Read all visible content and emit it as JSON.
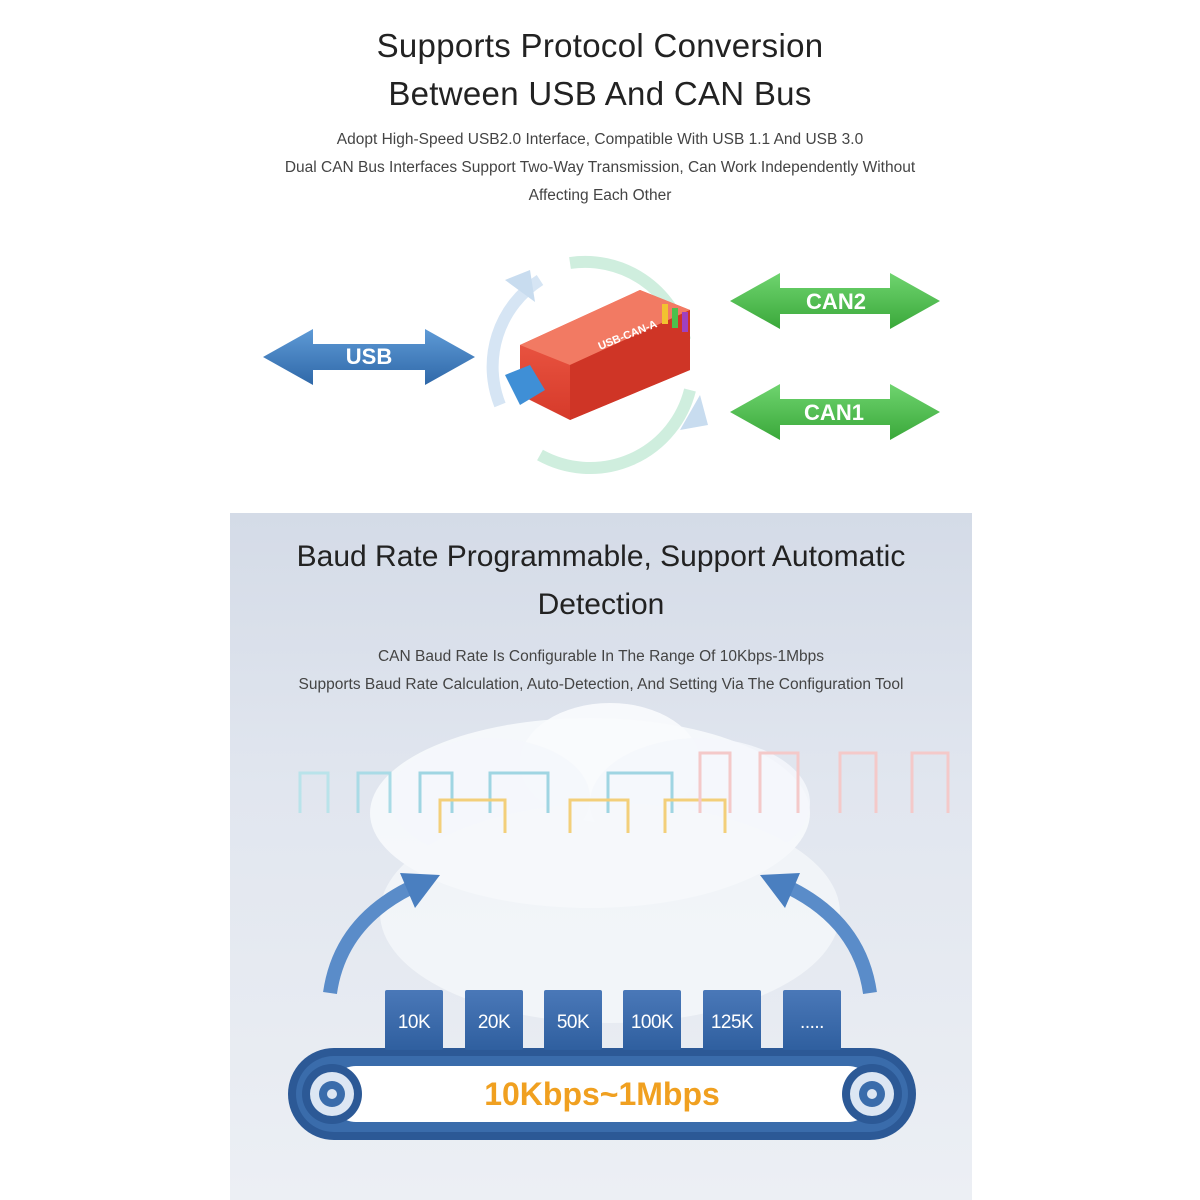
{
  "section1": {
    "title_line1": "Supports Protocol Conversion",
    "title_line2": "Between USB And CAN Bus",
    "desc_line1": "Adopt High-Speed USB2.0 Interface, Compatible With USB 1.1 And USB 3.0",
    "desc_line2": "Dual CAN Bus Interfaces Support Two-Way Transmission, Can Work Independently Without",
    "desc_line3": "Affecting Each Other",
    "usb_label": "USB",
    "can2_label": "CAN2",
    "can1_label": "CAN1",
    "device_label": "USB-CAN-A",
    "colors": {
      "usb_arrow": "#3f7fc1",
      "can_arrow": "#4cbf4c",
      "device": "#e84a3a"
    }
  },
  "section2": {
    "title_line1": "Baud Rate Programmable, Support Automatic",
    "title_line2": "Detection",
    "desc_line1": "CAN Baud Rate Is Configurable In The Range Of 10Kbps-1Mbps",
    "desc_line2": "Supports Baud Rate Calculation, Auto-Detection, And Setting Via The Configuration Tool",
    "rates": [
      "10K",
      "20K",
      "50K",
      "100K",
      "125K",
      "....."
    ],
    "range_label": "10Kbps~1Mbps",
    "colors": {
      "belt": "#2f5f9f",
      "range_text": "#f0a020"
    }
  }
}
